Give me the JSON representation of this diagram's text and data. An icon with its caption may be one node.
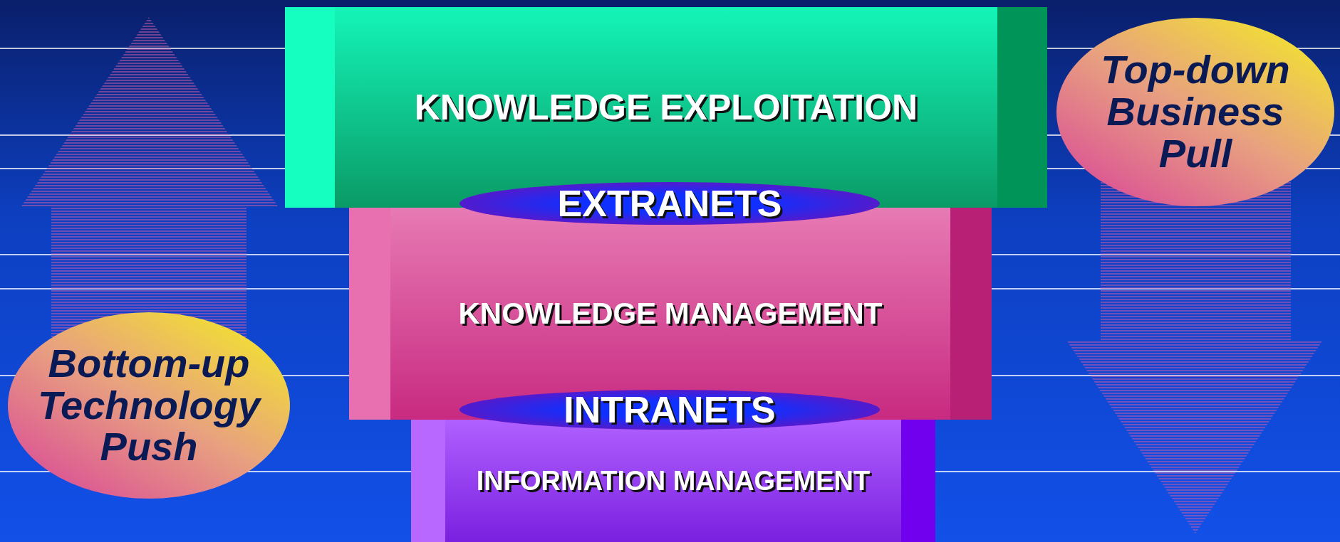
{
  "diagram": {
    "nodes": [
      {
        "text": [
          "KNOWLEDGE EXPLOITATION"
        ]
      },
      {
        "text": [
          "EXTRANETS"
        ]
      },
      {
        "text": [
          "KNOWLEDGE MANAGEMENT"
        ]
      },
      {
        "text": [
          "INTRANETS"
        ]
      },
      {
        "text": [
          "INFORMATION MANAGEMENT"
        ]
      },
      {
        "text": [
          "Top-down Business Pull"
        ]
      },
      {
        "text": [
          "Bottom-up Technology Push"
        ]
      }
    ]
  }
}
